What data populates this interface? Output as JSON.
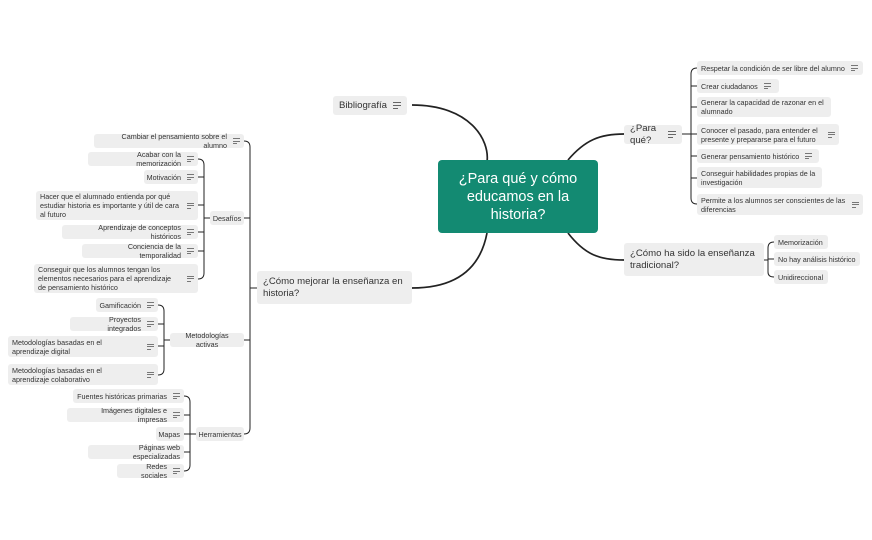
{
  "central": "¿Para qué y cómo educamos en la historia?",
  "bibliografia": "Bibliografía",
  "para_que": {
    "label": "¿Para qué?",
    "items": [
      "Respetar la condición de ser libre del alumno",
      "Crear ciudadanos",
      "Generar la capacidad de razonar en el alumnado",
      "Conocer el pasado, para entender el presente y prepararse para el futuro",
      "Generar pensamiento histórico",
      "Conseguir habilidades propias de la investigación",
      "Permite a los alumnos ser conscientes de las diferencias"
    ]
  },
  "tradicional": {
    "label": "¿Cómo ha sido la enseñanza tradicional?",
    "items": [
      "Memorización",
      "No hay análisis histórico",
      "Unidireccional"
    ]
  },
  "mejorar": {
    "label": "¿Cómo mejorar la enseñanza en historia?",
    "desafios": {
      "label": "Desafíos",
      "items": [
        "Cambiar el pensamiento sobre el alumno",
        "Acabar con la memorización",
        "Motivación",
        "Hacer que el alumnado entienda por qué estudiar historia es importante y útil de cara al futuro",
        "Aprendizaje de conceptos históricos",
        "Conciencia de la temporalidad",
        "Conseguir que los alumnos tengan los elementos necesarios para el aprendizaje de pensamiento histórico"
      ]
    },
    "metodologias": {
      "label": "Metodologías activas",
      "items": [
        "Gamificación",
        "Proyectos integrados",
        "Metodologías basadas en el aprendizaje digital",
        "Metodologías basadas en el aprendizaje colaborativo"
      ]
    },
    "herramientas": {
      "label": "Herramientas",
      "items": [
        "Fuentes históricas primarias",
        "Imágenes digitales e impresas",
        "Mapas",
        "Páginas web especializadas",
        "Redes sociales"
      ]
    }
  },
  "colors": {
    "central": "#138a72",
    "node": "#eeeeee",
    "line": "#222222"
  }
}
